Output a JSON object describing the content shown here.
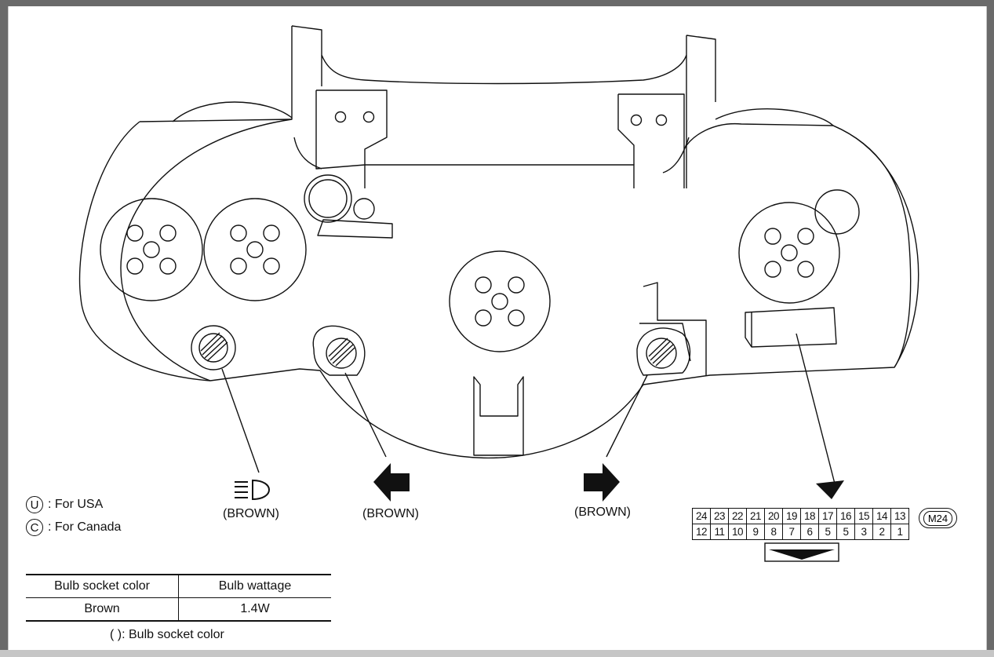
{
  "legend": [
    {
      "symbol": "U",
      "text": ": For USA"
    },
    {
      "symbol": "C",
      "text": ": For Canada"
    }
  ],
  "callouts": {
    "headlamp_socket": "(BROWN)",
    "turn_left_socket": "(BROWN)",
    "turn_right_socket": "(BROWN)"
  },
  "icons": [
    "headlamp-high-beam-icon",
    "left-arrow-icon",
    "right-arrow-icon"
  ],
  "connector": {
    "code": "M24",
    "top_row": [
      "24",
      "23",
      "22",
      "21",
      "20",
      "19",
      "18",
      "17",
      "16",
      "15",
      "14",
      "13"
    ],
    "bottom_row": [
      "12",
      "11",
      "10",
      "9",
      "8",
      "7",
      "6",
      "5",
      "5",
      "3",
      "2",
      "1"
    ]
  },
  "table": {
    "headers": [
      "Bulb socket color",
      "Bulb wattage"
    ],
    "rows": [
      [
        "Brown",
        "1.4W"
      ]
    ]
  },
  "footnote": "(  ): Bulb socket color"
}
